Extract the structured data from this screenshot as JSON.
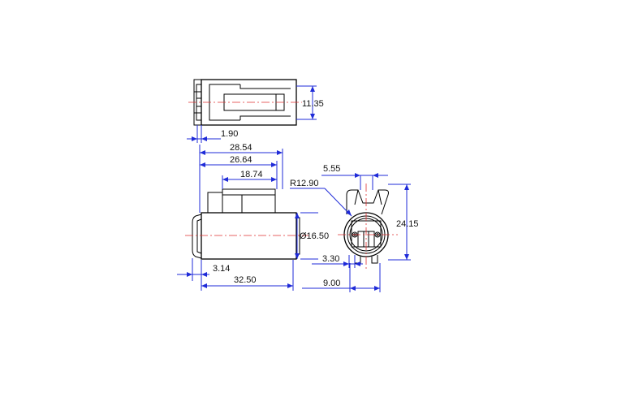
{
  "dimensions": {
    "top_height": "11.35",
    "top_offset": "1.90",
    "len_28": "28.54",
    "len_26": "26.64",
    "len_18": "18.74",
    "radius": "R12.90",
    "dia": "Ø16.50",
    "offset_3": "3.14",
    "overall": "32.50",
    "width_5": "5.55",
    "height_24": "24.15",
    "pin_3": "3.30",
    "pin_9": "9.00"
  }
}
